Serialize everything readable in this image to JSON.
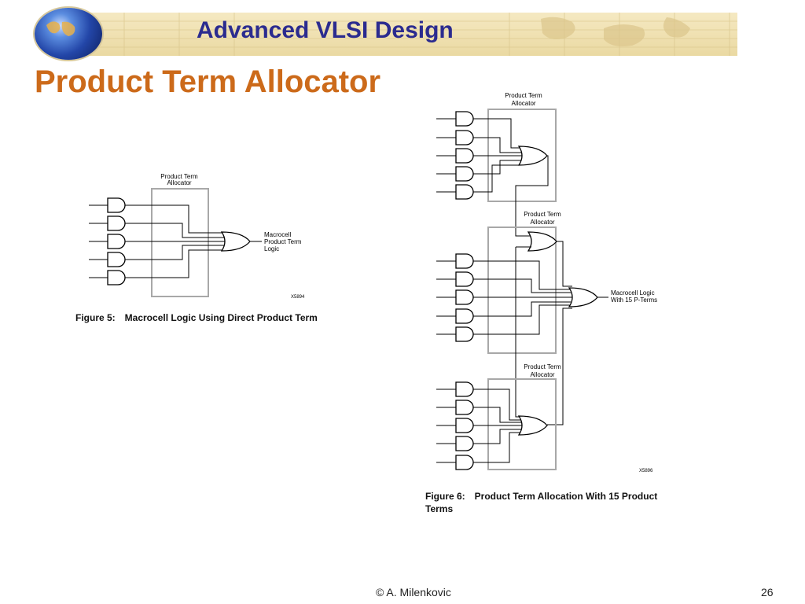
{
  "header": {
    "course_title": "Advanced VLSI Design"
  },
  "slide_title": "Product Term Allocator",
  "figure5": {
    "block_label_line1": "Product Term",
    "block_label_line2": "Allocator",
    "output_label_line1": "Macrocell",
    "output_label_line2": "Product Term",
    "output_label_line3": "Logic",
    "part_code": "X5894",
    "caption_number": "Figure 5:",
    "caption_text": "Macrocell Logic Using Direct Product Term"
  },
  "figure6": {
    "top_block_label_line1": "Product Term",
    "top_block_label_line2": "Allocator",
    "mid_block_label_line1": "Product Term",
    "mid_block_label_line2": "Allocator",
    "bottom_block_label_line1": "Product Term",
    "bottom_block_label_line2": "Allocator",
    "output_label_line1": "Macrocell Logic",
    "output_label_line2": "With 15 P-Terms",
    "part_code": "X5896",
    "caption_number": "Figure 6:",
    "caption_text": "Product Term Allocation With 15 Product Terms"
  },
  "footer": {
    "credit": "© A. Milenkovic",
    "page_number": "26"
  },
  "colors": {
    "banner": "#efe1b4",
    "course_title": "#2b2b8f",
    "slide_title": "#cc6a1a",
    "block_outline": "#a8a8a8"
  }
}
